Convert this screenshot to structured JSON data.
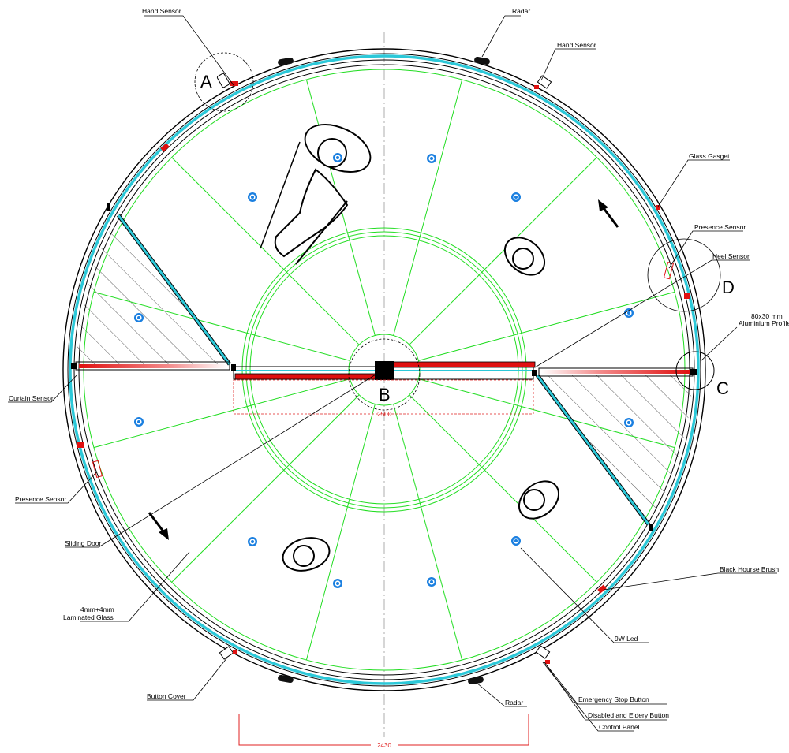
{
  "labels": {
    "hand_sensor_left": "Hand Sensor",
    "radar_top": "Radar",
    "hand_sensor_right": "Hand Sensor",
    "glass_gasket": "Glass Gasget",
    "presence_sensor_right": "Presence Sensor",
    "heel_sensor": "Heel Sensor",
    "aluminium_profile_1": "80x30 mm",
    "aluminium_profile_2": "Aluminium Profile",
    "curtain_sensor": "Curtain Sensor",
    "presence_sensor_left": "Presence Sensor",
    "sliding_door": "Sliding Door",
    "laminated_glass_1": "4mm+4mm",
    "laminated_glass_2": "Laminated Glass",
    "button_cover": "Button Cover",
    "radar_bottom": "Radar",
    "emergency_stop": "Emergency Stop Button",
    "disabled_elderly": "Disabled and Eldery Button",
    "control_panel": "Control Panel",
    "black_brush": "Black Hourse Brush",
    "led": "9W Led"
  },
  "details": {
    "a": "A",
    "b": "B",
    "c": "C",
    "d": "D"
  },
  "dimensions": {
    "outer_diameter": "2430",
    "opening_width": "2500"
  },
  "colors": {
    "glass": "#2cc8d8",
    "floor_lines": "#22dd22",
    "seal_red": "#e01010",
    "dimension_red": "#e02020",
    "led_blue": "#1a7fe0"
  }
}
